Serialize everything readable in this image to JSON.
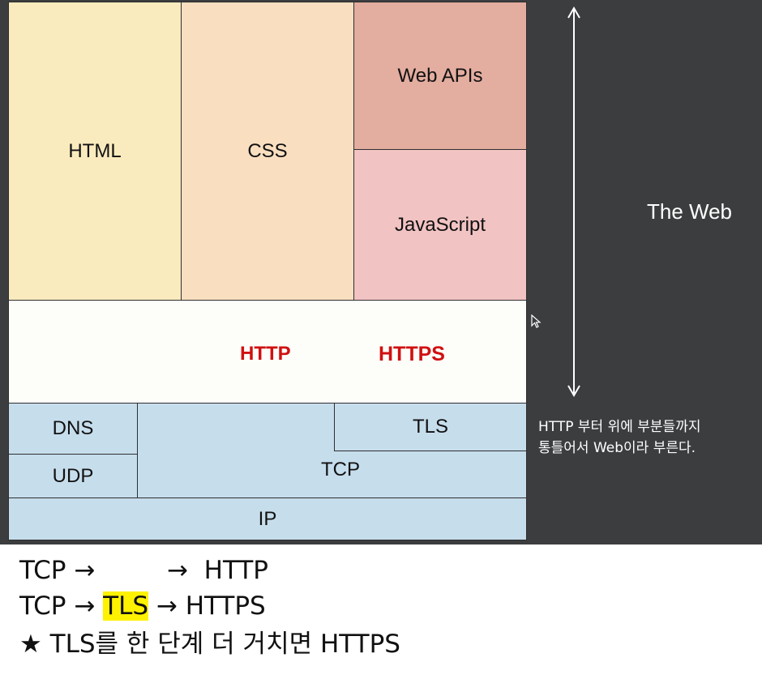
{
  "stack": {
    "html": "HTML",
    "css": "CSS",
    "web_apis": "Web APIs",
    "javascript": "JavaScript",
    "http": "HTTP",
    "https": "HTTPS",
    "dns": "DNS",
    "udp": "UDP",
    "tls": "TLS",
    "tcp": "TCP",
    "ip": "IP"
  },
  "side": {
    "title": "The Web",
    "caption_line1": "HTTP 부터 위에 부분들까지",
    "caption_line2": "통틀어서 Web이라 부른다."
  },
  "notes": {
    "line1_a": "TCP →         →  HTTP",
    "line2_a": "TCP → ",
    "line2_tls": "TLS",
    "line2_b": " → HTTPS",
    "line3": "★ TLS를 한 단계 더 거치면 HTTPS"
  },
  "colors": {
    "html": "#faebbe",
    "css": "#f9dfc0",
    "web_apis": "#e3ada0",
    "javascript": "#f2c3c3",
    "http_layer": "#fdfdf9",
    "network": "#c6ddec",
    "panel": "#3c3d3f",
    "highlight": "#fff200"
  }
}
